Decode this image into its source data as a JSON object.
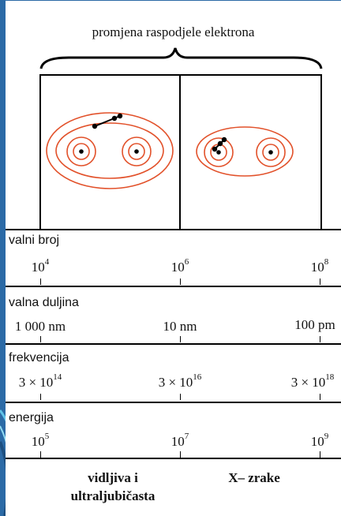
{
  "title": "promjena raspodjele elektrona",
  "sections": [
    {
      "label": "valni broj",
      "values": [
        {
          "base": "10",
          "exp": "4"
        },
        {
          "base": "10",
          "exp": "6"
        },
        {
          "base": "10",
          "exp": "8"
        }
      ]
    },
    {
      "label": "valna duljina",
      "values": [
        {
          "base": "1 000 nm",
          "exp": ""
        },
        {
          "base": "10 nm",
          "exp": ""
        },
        {
          "base": "100 pm",
          "exp": ""
        }
      ]
    },
    {
      "label": "frekvencija",
      "values": [
        {
          "base": "3 × 10",
          "exp": "14"
        },
        {
          "base": "3 × 10",
          "exp": "16"
        },
        {
          "base": "3 × 10",
          "exp": "18"
        }
      ]
    },
    {
      "label": "energija",
      "values": [
        {
          "base": "10",
          "exp": "5"
        },
        {
          "base": "10",
          "exp": "7"
        },
        {
          "base": "10",
          "exp": "9"
        }
      ]
    }
  ],
  "footer": {
    "left_line1": "vidljiva i",
    "left_line2": "ultraljubičasta",
    "right": "X– zrake"
  },
  "colors": {
    "orbit": "#e2512a",
    "ink": "#000000",
    "background_accent": "#2b6aa6"
  }
}
